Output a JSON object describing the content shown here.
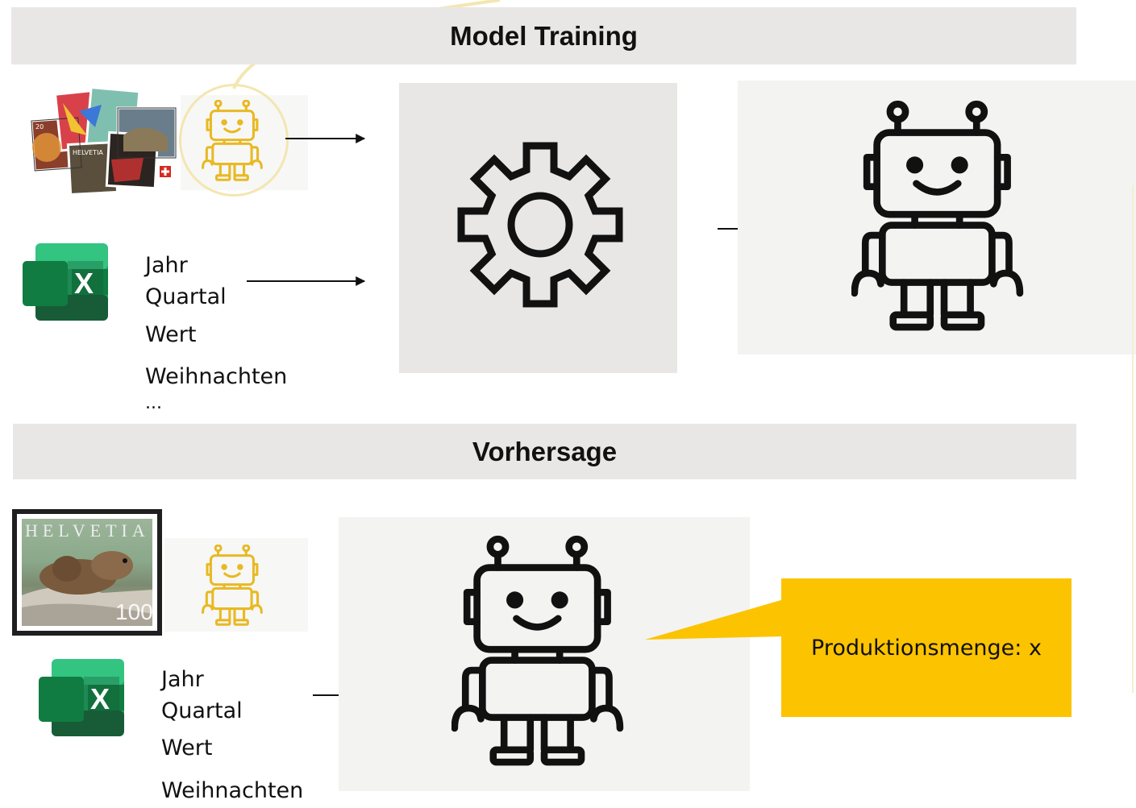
{
  "sections": {
    "training_title": "Model Training",
    "prediction_title": "Vorhersage"
  },
  "features_training": {
    "items": [
      "Jahr",
      "Quartal",
      "Wert",
      "Weihnachten",
      "..."
    ]
  },
  "features_prediction": {
    "items": [
      "Jahr",
      "Quartal",
      "Wert",
      "Weihnachten"
    ]
  },
  "stamp": {
    "country": "HELVETIA",
    "value": "100",
    "collection_country": "HELVETIA",
    "collection_value": "20"
  },
  "excel": {
    "letter": "X"
  },
  "output": {
    "label": "Produktionsmenge: x"
  },
  "colors": {
    "band": "#e8e7e5",
    "accent_gold": "#e8b923",
    "callout": "#fcc300",
    "excel_dark": "#185c37",
    "excel_mid": "#107c41",
    "excel_light": "#21a366",
    "excel_lightest": "#33c481"
  },
  "icons": {
    "small_robot": "robot-outline-icon",
    "large_robot": "robot-icon",
    "gear": "gear-icon",
    "spreadsheet": "excel-icon",
    "stamp_collection": "stamp-collection-image",
    "single_stamp": "marmot-stamp-image"
  }
}
